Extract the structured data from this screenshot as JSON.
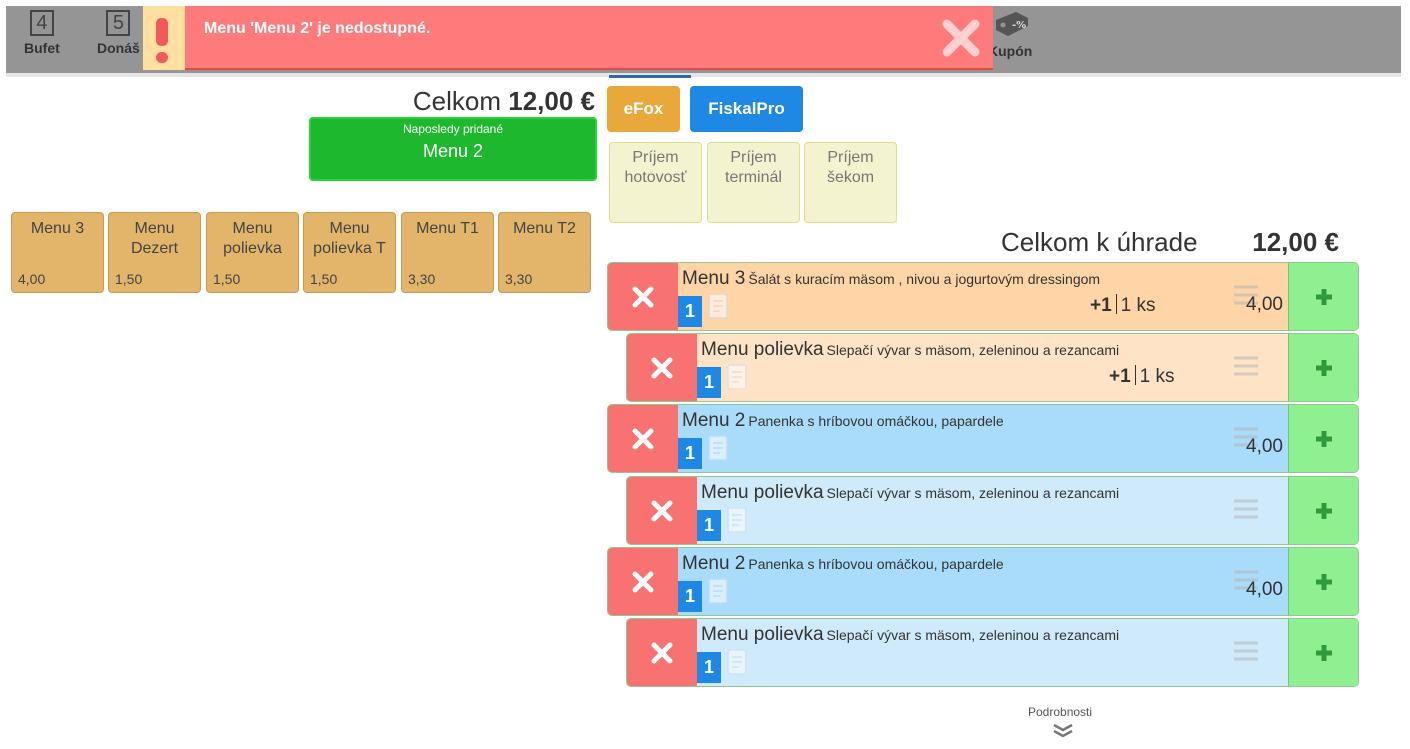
{
  "topbar": {
    "buttons": [
      {
        "number": "4",
        "label": "Bufet"
      },
      {
        "number": "5",
        "label": "Donáš"
      }
    ],
    "coupon_label": "Kupón"
  },
  "notification": {
    "message": "Menu 'Menu 2' je nedostupné."
  },
  "left": {
    "total_label": "Celkom",
    "total_value": "12,00 €",
    "last_added_label": "Naposledy pridané",
    "last_added_name": "Menu 2",
    "menus": [
      {
        "name": "Menu 3",
        "price": "4,00"
      },
      {
        "name": "Menu Dezert",
        "price": "1,50"
      },
      {
        "name": "Menu polievka",
        "price": "1,50"
      },
      {
        "name": "Menu polievka T",
        "price": "1,50"
      },
      {
        "name": "Menu T1",
        "price": "3,30"
      },
      {
        "name": "Menu T2",
        "price": "3,30"
      }
    ]
  },
  "right": {
    "efox_label": "eFox",
    "fiskal_label": "FiskalPro",
    "payments": [
      {
        "label": "Príjem hotovosť"
      },
      {
        "label": "Príjem terminál"
      },
      {
        "label": "Príjem šekom"
      }
    ],
    "due_label": "Celkom k úhrade",
    "due_value": "12,00 €"
  },
  "order_items": [
    {
      "name": "Menu 3",
      "desc": "Šalát s kuracím mäsom , nivou a jogurtovým dressingom",
      "qty": "1",
      "increment": "+1",
      "count": "1 ks",
      "price": "4,00"
    },
    {
      "name": "Menu polievka",
      "desc": "Slepačí vývar s mäsom, zeleninou a rezancami",
      "qty": "1",
      "increment": "+1",
      "count": "1 ks",
      "price": ""
    },
    {
      "name": "Menu 2",
      "desc": "Panenka s hríbovou omáčkou, papardele",
      "qty": "1",
      "increment": "",
      "count": "",
      "price": "4,00"
    },
    {
      "name": "Menu polievka",
      "desc": "Slepačí vývar s mäsom, zeleninou a rezancami",
      "qty": "1",
      "increment": "",
      "count": "",
      "price": ""
    },
    {
      "name": "Menu 2",
      "desc": "Panenka s hríbovou omáčkou, papardele",
      "qty": "1",
      "increment": "",
      "count": "",
      "price": "4,00"
    },
    {
      "name": "Menu polievka",
      "desc": "Slepačí vývar s mäsom, zeleninou a rezancami",
      "qty": "1",
      "increment": "",
      "count": "",
      "price": ""
    }
  ],
  "footer": {
    "details_label": "Podrobnosti"
  },
  "colors": {
    "notification_bg": "#ff7b7b",
    "last_added_bg": "#1db82e",
    "menu_button_bg": "#e2b56a",
    "efox_bg": "#e8a83a",
    "fiskal_bg": "#1e88e5",
    "delete_bg": "#f87272",
    "add_bg": "#8ff08f",
    "qty_badge_bg": "#1e88e5"
  },
  "icons": [
    "alert-icon",
    "close-icon",
    "coupon-icon",
    "delete-icon",
    "plus-icon",
    "note-icon",
    "drag-handle-icon",
    "chevron-double-down-icon"
  ]
}
